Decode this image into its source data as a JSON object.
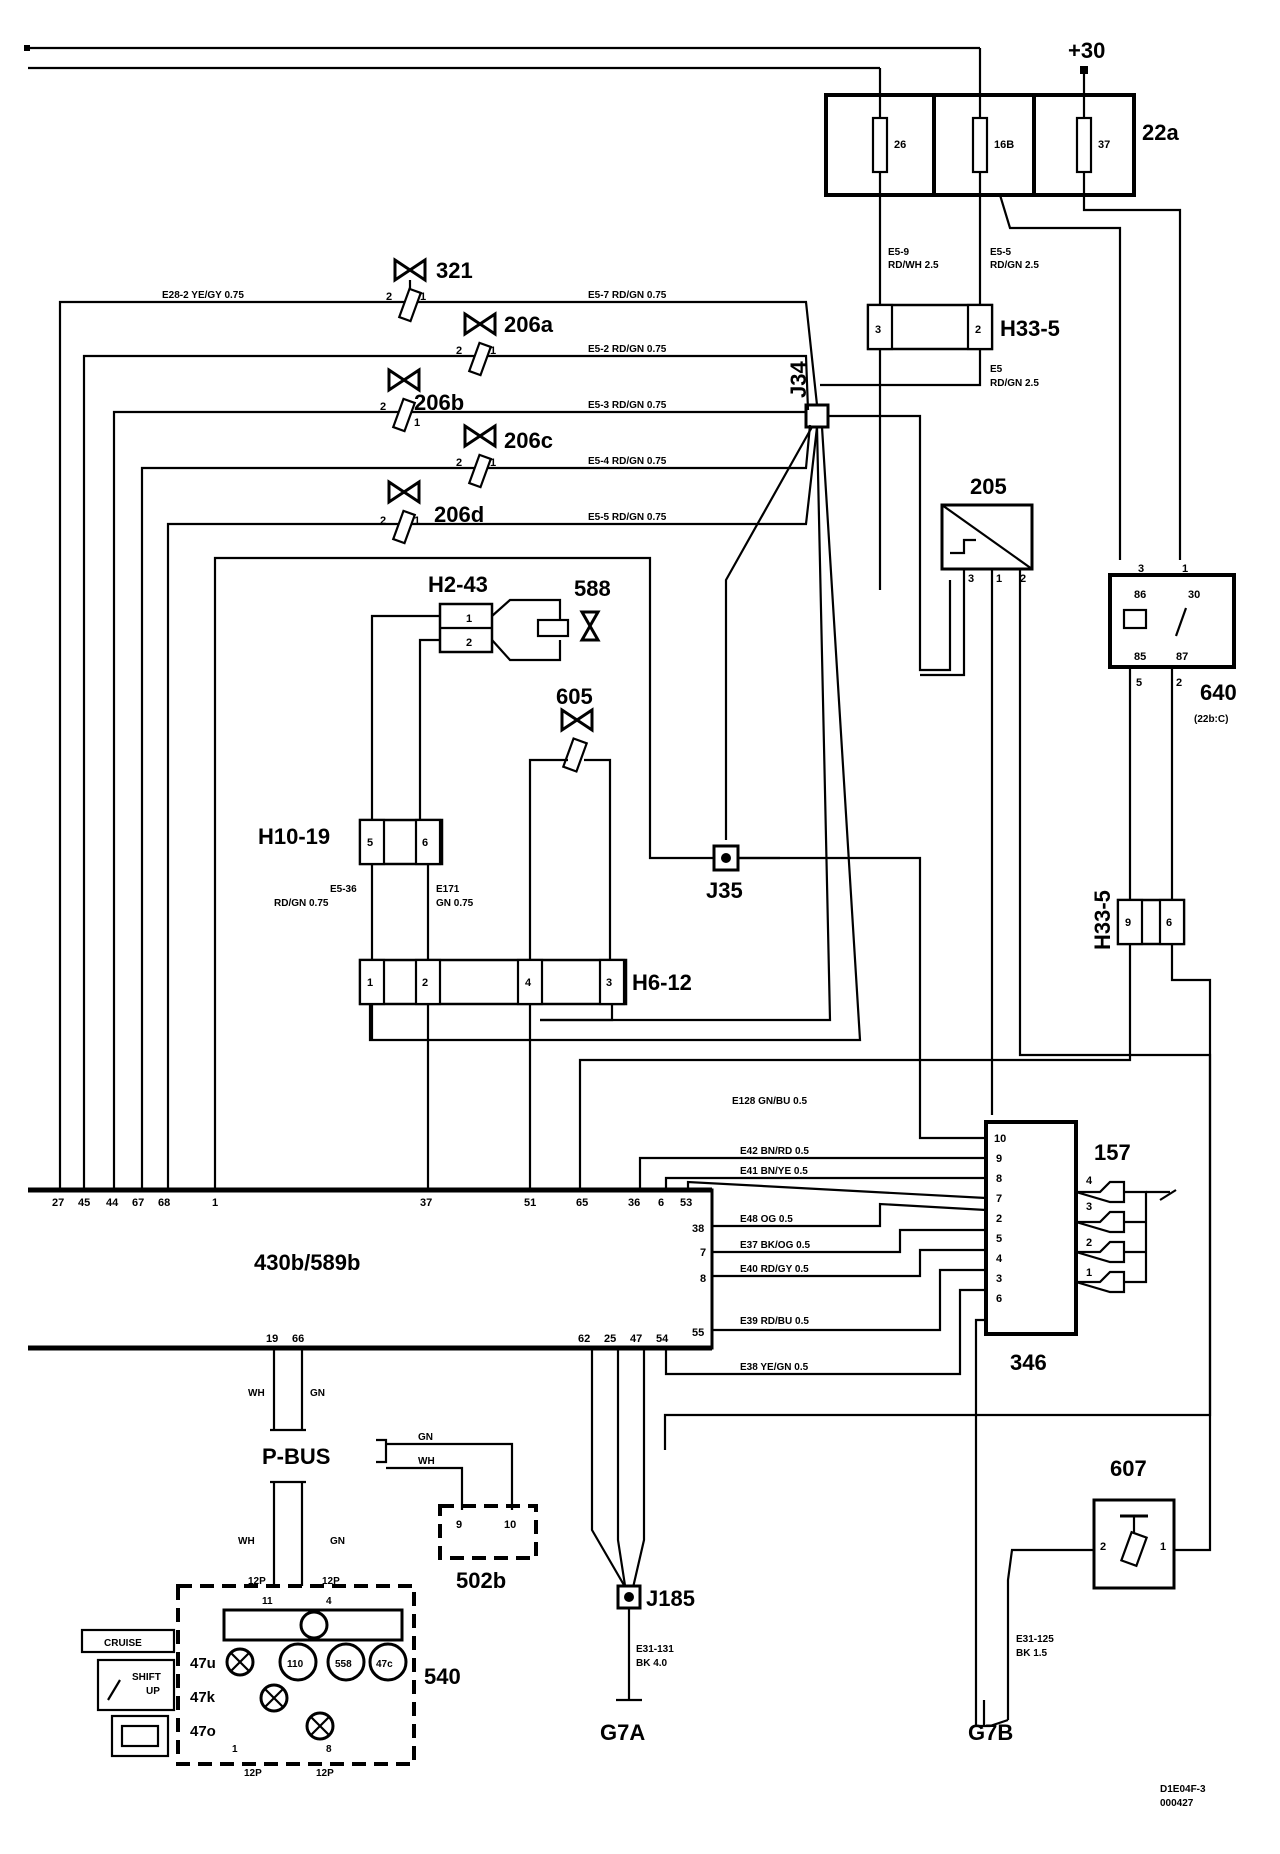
{
  "components": {
    "plus30": "+30",
    "fusebox": "22a",
    "fuse26": "26",
    "fuse16b": "16B",
    "fuse37": "37",
    "h33_5_top": "H33-5",
    "v321": "321",
    "v206a": "206a",
    "v206b": "206b",
    "v206c": "206c",
    "v206d": "206d",
    "j34": "J34",
    "s205": "205",
    "h2_43": "H2-43",
    "v588": "588",
    "v605": "605",
    "relay640": "640",
    "relay640_sub": "(22b:C)",
    "h10_19": "H10-19",
    "j35": "J35",
    "h6_12": "H6-12",
    "h33_5_side": "H33-5",
    "c157": "157",
    "ecu": "430b/589b",
    "c346": "346",
    "pbus": "P-BUS",
    "c502b": "502b",
    "j185": "J185",
    "c607": "607",
    "c540": "540",
    "g7a": "G7A",
    "g7b": "G7B",
    "l47u": "47u",
    "l47k": "47k",
    "l47o": "47o",
    "g110": "110",
    "g558": "558",
    "g47c": "47c",
    "cruise": "CRUISE",
    "shift_up": "SHIFT\nUP",
    "docref": "D1E04F-3",
    "docdate": "000427"
  },
  "wire_labels": {
    "e5_9": "E5-9",
    "rdwh25": "RD/WH   2.5",
    "e5_5_top": "E5-5",
    "rdgn25": "RD/GN   2.5",
    "e5": "E5",
    "rdgn25b": "RD/GN     2.5",
    "e28_2": "E28-2    YE/GY    0.75",
    "e5_7": "E5-7    RD/GN   0.75",
    "e5_2": "E5-2    RD/GN   0.75",
    "e5_3": "E5-3    RD/GN   0.75",
    "e5_4": "E5-4    RD/GN   0.75",
    "e5_5": "E5-5    RD/GN   0.75",
    "e128a": "E128   GN/BU   0.5",
    "e42": "E42   BN/RD    0.5",
    "e41": "E41   BN/YE    0.5",
    "e48": "E48    OG    0.5",
    "e37": "E37   BK/OG    0.5",
    "e40": "E40    RD/GY    0.5",
    "e39": "E39    RD/BU    0.5",
    "e38": "E38    YE/GN    0.5",
    "e5_36": "E5-36",
    "rdgn075": "RD/GN   0.75",
    "e171": "E171",
    "gn075": "GN    0.75",
    "e31_131": "E31-131",
    "bk40": "BK    4.0",
    "e31_125": "E31-125",
    "bk15": "BK     1.5"
  },
  "pins": {
    "ecu_bottom_left": [
      "27",
      "45",
      "44",
      "67",
      "68",
      "1",
      "37",
      "51",
      "65",
      "36",
      "6",
      "53"
    ],
    "ecu_right": [
      "38",
      "7",
      "8",
      "55"
    ],
    "ecu_bottom": [
      "19",
      "66",
      "62",
      "25",
      "47",
      "54"
    ],
    "c346": [
      "10",
      "9",
      "8",
      "7",
      "2",
      "5",
      "4",
      "3",
      "6"
    ],
    "c157": [
      "4",
      "3",
      "2",
      "1"
    ]
  }
}
